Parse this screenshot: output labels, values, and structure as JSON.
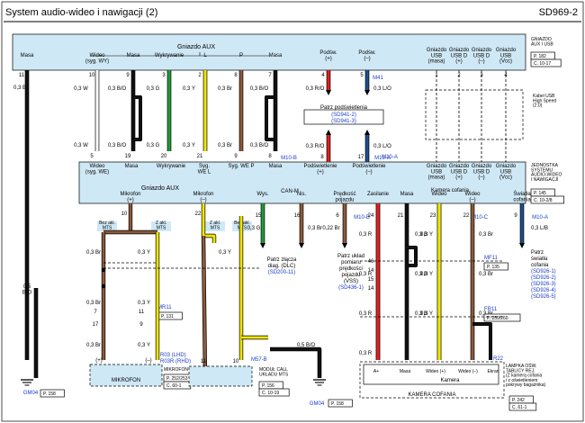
{
  "header": {
    "title": "System audio-wideo i nawigacji (2)",
    "code": "SD969-2"
  },
  "aux_top": {
    "name": "Gniazdo AUX",
    "pins": [
      {
        "label": "Masa",
        "pin": "11",
        "wire": "0,3 B"
      },
      {
        "label": "Wideo\n(syg. WY)",
        "pin": "10",
        "wire": "0,3 W"
      },
      {
        "label": "Masa",
        "pin": "9",
        "wire": "0,3 B/O"
      },
      {
        "label": "Wykrywanie",
        "pin": "3",
        "wire": "0,3 G"
      },
      {
        "label": "L",
        "pin": "2",
        "wire": "0,3 Y"
      },
      {
        "label": "P",
        "pin": "8",
        "wire": "0,3 Br"
      },
      {
        "label": "Masa",
        "pin": "7",
        "wire": "0,3 B/O"
      }
    ],
    "amp": [
      {
        "label": "Podśw.\n(+)",
        "pin": "4",
        "wire": "0,3 R/O"
      },
      {
        "label": "Podśw.\n(–)",
        "pin": "5",
        "wire": "0,3 L/O"
      }
    ],
    "usb": [
      {
        "label": "Gniazdo\nUSB\n(masa)",
        "pin": "1"
      },
      {
        "label": "Gniazdo\nUSB D\n(+)",
        "pin": "2"
      },
      {
        "label": "Gniazdo\nUSB D\n(–)",
        "pin": "3"
      },
      {
        "label": "Gniazdo\nUSB\n(Vcc)",
        "pin": "4"
      }
    ],
    "conn": "M41",
    "ref_title": "GNIAZDO\nAUX I USB",
    "ref": [
      "P. 182",
      "C. 10-17"
    ]
  },
  "mid_wires": [
    {
      "pin": "5",
      "wire": "0,3 W"
    },
    {
      "pin": "19",
      "wire": "0,3 B/O"
    },
    {
      "pin": "20",
      "wire": "0,3 G"
    },
    {
      "pin": "21",
      "wire": "0,3 Y"
    },
    {
      "pin": "9",
      "wire": "0,3 Br"
    },
    {
      "pin": "8",
      "wire": "0,3 B/O"
    }
  ],
  "mid_amp": [
    {
      "pin": "8",
      "wire": "0,3 R/O"
    },
    {
      "pin": "17",
      "wire": "0,3 L/O"
    }
  ],
  "splice": {
    "label": "Patrz podświetlenia",
    "refs": [
      "(SD941-2)",
      "(SD941-3)"
    ]
  },
  "usb_cable": "Kabel USB\nHigh Speed\n(2.0)",
  "unit": {
    "name": "Gniazdo AUX",
    "labels": [
      "Wideo\n(syg. WE)",
      "Masa",
      "Wykrywanie",
      "Syg.\nWE L",
      "Syg. WE P",
      "Masa",
      "Podświetlenie\n(+)",
      "Podświetlenie\n(–)",
      "Gniazdo\nUSB\n(masa)",
      "Gniazdo\nUSB D\n(+)",
      "Gniazdo\nUSB D\n(–)",
      "Gniazdo\nUSB\n(Vcc)"
    ],
    "conn_left": "M10-B",
    "conn_right": "M10-A",
    "ref_title": "JEDNOSTKA\nSYSTEMU\nAUDIO-WIDEO\nI NAWIGACJI",
    "ref": [
      "P. 145",
      "C. 10-2/8"
    ],
    "bottom": [
      {
        "label": "Mikrofon\n(+)",
        "pin": "10"
      },
      {
        "label": "Mikrofon\n(–)",
        "pin": "22"
      },
      {
        "label": "Wys.",
        "pin": "15",
        "wire": "0,3 G"
      },
      {
        "label": "Nis.",
        "pin": "16",
        "wire": "0,3 Br"
      },
      {
        "label": "Prędkość\npojazdu",
        "pin": "6",
        "wire": "0,22 Br"
      },
      {
        "label": "Zasilanie",
        "pin": "24"
      },
      {
        "label": "Masa",
        "pin": "21"
      },
      {
        "label": "Wideo",
        "pin": "23"
      },
      {
        "label": "Wideo\n(–)",
        "pin": "22"
      },
      {
        "label": "Światła\ncofania",
        "pin": "9",
        "wire": "0,3 L/B"
      }
    ],
    "can": "CAN-M",
    "camera": "Kamera cofania",
    "conn_b1": "M10-B",
    "conn_b2": "M10-C",
    "conn_b3": "M10-A"
  },
  "notes": {
    "can_see": [
      "Patrz złącza",
      "diag. (DLC)",
      "(SD200-11)"
    ],
    "vss_see": [
      "Patrz układ",
      "pomiaru",
      "prędkości",
      "pojazdu",
      "(VSS)",
      "(SD436-1)"
    ],
    "rev_see": [
      "Patrz",
      "światła",
      "cofania",
      "(SD926-1)",
      "(SD926-2)",
      "(SD926-3)",
      "(SD926-4)",
      "(SD926-5)"
    ],
    "mts1": "Bez akl.\nMTS",
    "mts2": "Z akl.\nMTS",
    "mts3": "Z akl.\nMTS",
    "mts4": "Bez akl.\nMTS"
  },
  "mic": {
    "conn": "MR11",
    "ref": "P. 131",
    "conn2": "R03 (LHD)",
    "conn3": "R03R (RHD)",
    "title": "MIKROFON",
    "ref2": [
      "P. 252/253",
      "C. 60-1"
    ],
    "label": "MIKROFON",
    "pins": [
      "(+)",
      "(–)"
    ]
  },
  "mts": {
    "conn": "M57-B",
    "title": "MODUŁ CALL\nUKŁADU MTS",
    "ref": [
      "P. 156",
      "C. 10-19"
    ],
    "pins": [
      "11",
      "10"
    ]
  },
  "grounds": [
    {
      "name": "GM04",
      "ref": "P. 158"
    },
    {
      "name": "GM04",
      "ref": "P. 158"
    }
  ],
  "camera": {
    "conn": "MF11",
    "conn_ref": "P. 135",
    "conn2": "FR11",
    "conn2_ref": "P. 259/260",
    "conn3": "R22",
    "title": "LAMPKA OŚW.\nTABLICY REJ.\n(Z kamerą cofania\ni z oświetleniem\npokrywy bagażnika)",
    "ref": [
      "P. 242",
      "C. 61-1"
    ],
    "pins": [
      "A+",
      "Masa",
      "Wideo (+)",
      "Wideo (–)",
      "Ekran"
    ],
    "name": "Kamera",
    "label": "KAMERA COFANIA"
  },
  "colors": {
    "box": "#cfe8f5",
    "black": "#111111",
    "white": "#ffffff",
    "green": "#1f9e3a",
    "yellow": "#f2e600",
    "brown": "#8b5a3c",
    "red": "#e02020",
    "blue": "#1f4f8f",
    "grey": "#8a8a8a"
  }
}
